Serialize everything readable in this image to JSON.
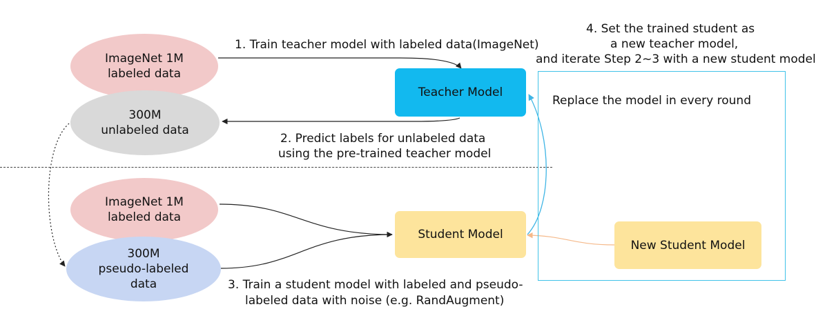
{
  "nodes": {
    "imagenet_top": "ImageNet 1M\nlabeled data",
    "unlabeled": "300M\nunlabeled data",
    "teacher": "Teacher Model",
    "imagenet_bottom": "ImageNet 1M\nlabeled data",
    "pseudo": "300M\npseudo-labeled\ndata",
    "student": "Student Model",
    "new_student": "New Student Model"
  },
  "steps": {
    "step1": "1. Train teacher model with labeled data(ImageNet)",
    "step2_line1": "2. Predict labels for unlabeled data",
    "step2_line2": "using the pre-trained teacher model",
    "step3_line1": "3. Train a student model with labeled and pseudo-",
    "step3_line2": "labeled data with noise (e.g. RandAugment)",
    "step4_line1": "4. Set the trained student as",
    "step4_line2": "a new teacher model,",
    "step4_line3": "and iterate Step 2~3 with a new student model",
    "replace": "Replace the model in every round"
  },
  "colors": {
    "pink": "#f2c9c9",
    "gray": "#d9d9d9",
    "light_blue": "#c7d6f3",
    "teacher": "#12b9ef",
    "student": "#fde49c",
    "frame": "#3fc2e8",
    "orange_arrow": "#f5b98a"
  }
}
